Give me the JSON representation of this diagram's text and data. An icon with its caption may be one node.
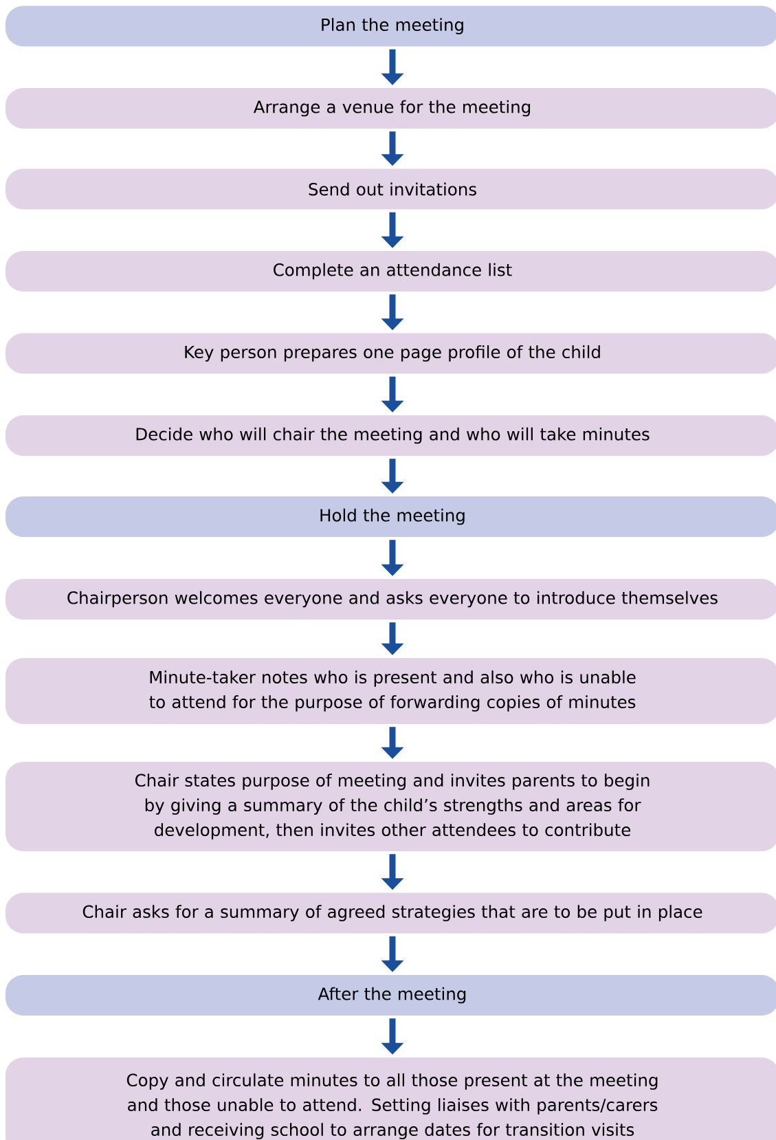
{
  "diagram": {
    "nodes": [
      {
        "text": [
          "Plan the meeting"
        ]
      },
      {
        "text": [
          "Arrange a venue for the meeting"
        ]
      },
      {
        "text": [
          "Send out invitations"
        ]
      },
      {
        "text": [
          "Complete an attendance list"
        ]
      },
      {
        "text": [
          "Key person prepares one page profile of the child"
        ]
      },
      {
        "text": [
          "Decide who will chair the meeting and who will take minutes"
        ]
      },
      {
        "text": [
          "Hold the meeting"
        ]
      },
      {
        "text": [
          "Chairperson welcomes everyone and asks everyone to introduce themselves"
        ]
      },
      {
        "text": [
          "Minute-taker notes who is present and also who is unable to attend for the purpose of forwarding copies of minutes"
        ]
      },
      {
        "text": [
          "Chair states purpose of meeting and invites parents to begin by giving a summary of the child’s strengths and areas for development, then invites other attendees to contribute"
        ]
      },
      {
        "text": [
          "Chair asks for a summary of agreed strategies that are to be put in place"
        ]
      },
      {
        "text": [
          "After the meeting"
        ]
      },
      {
        "text": [
          "Copy and circulate minutes to all those present at the meeting and those unable to attend. Setting liaises with parents/carers and receiving school to arrange dates for transition visits"
        ]
      }
    ],
    "edges": [
      {
        "from": 0,
        "to": 1,
        "arrow": "to"
      },
      {
        "from": 1,
        "to": 2,
        "arrow": "to"
      },
      {
        "from": 2,
        "to": 3,
        "arrow": "to"
      },
      {
        "from": 3,
        "to": 4,
        "arrow": "to"
      },
      {
        "from": 4,
        "to": 5,
        "arrow": "to"
      },
      {
        "from": 5,
        "to": 6,
        "arrow": "to"
      },
      {
        "from": 6,
        "to": 7,
        "arrow": "to"
      },
      {
        "from": 7,
        "to": 8,
        "arrow": "to"
      },
      {
        "from": 8,
        "to": 9,
        "arrow": "to"
      },
      {
        "from": 9,
        "to": 10,
        "arrow": "to"
      },
      {
        "from": 10,
        "to": 11,
        "arrow": "to"
      },
      {
        "from": 11,
        "to": 12,
        "arrow": "to"
      }
    ]
  }
}
